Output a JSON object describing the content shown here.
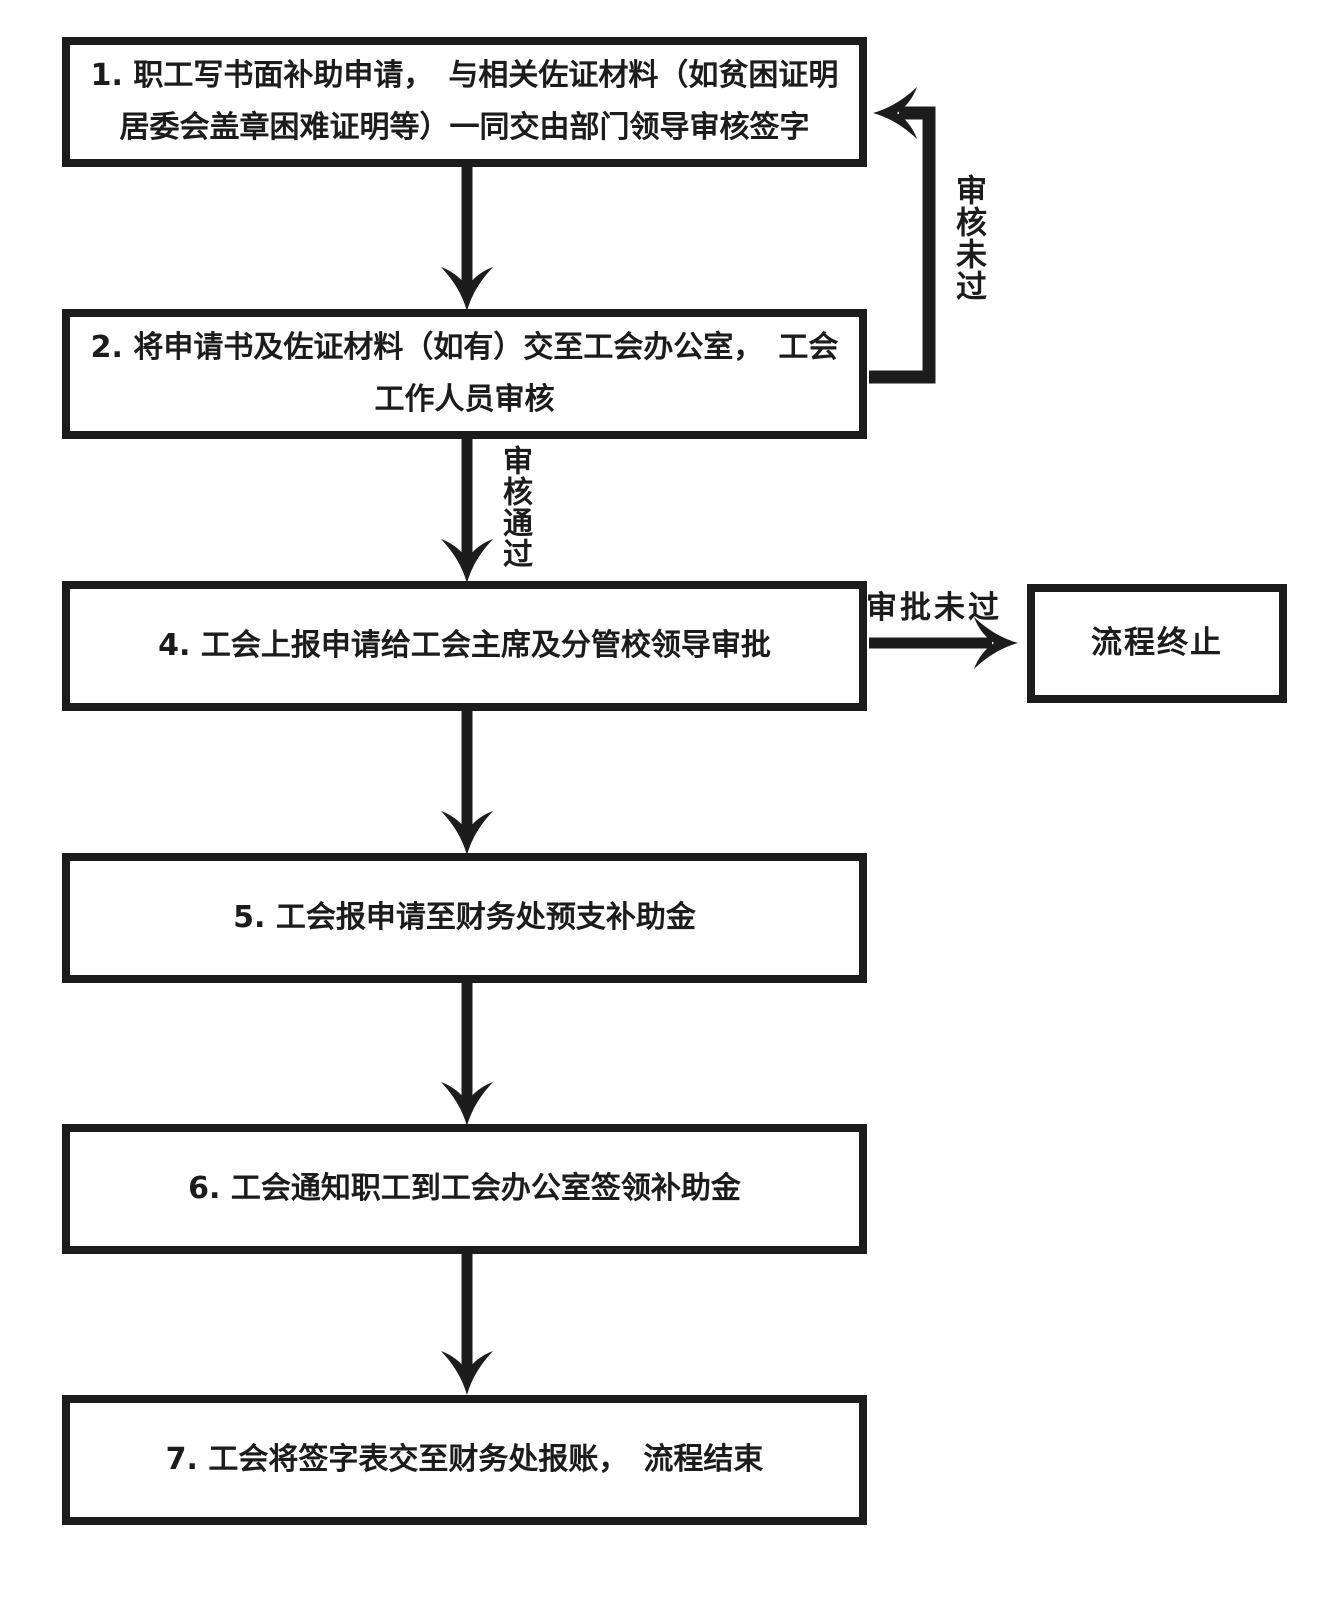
{
  "diagram": {
    "type": "flowchart",
    "colors": {
      "line": "#1c1c1c",
      "text": "#1c1c1c",
      "background": "#ffffff"
    },
    "nodes": [
      {
        "id": "step1",
        "shape": "rect",
        "label": "1. 职工写书面补助申请，　与相关佐证材料（如贫困证明居委会盖章困难证明等）一同交由部门领导审核签字"
      },
      {
        "id": "step2",
        "shape": "rect",
        "label": "2. 将申请书及佐证材料（如有）交至工会办公室，　工会工作人员审核"
      },
      {
        "id": "step4",
        "shape": "rect",
        "label": "4. 工会上报申请给工会主席及分管校领导审批"
      },
      {
        "id": "step5",
        "shape": "rect",
        "label": "5. 工会报申请至财务处预支补助金"
      },
      {
        "id": "step6",
        "shape": "rect",
        "label": "6. 工会通知职工到工会办公室签领补助金"
      },
      {
        "id": "step7",
        "shape": "rect",
        "label": "7. 工会将签字表交至财务处报账，　流程结束"
      },
      {
        "id": "terminate",
        "shape": "rect",
        "label": "流程终止"
      }
    ],
    "edges": [
      {
        "from": "step1",
        "to": "step2",
        "label": ""
      },
      {
        "from": "step2",
        "to": "step1",
        "label": "审核未过"
      },
      {
        "from": "step2",
        "to": "step4",
        "label": "审核通过"
      },
      {
        "from": "step4",
        "to": "terminate",
        "label": "审批未过"
      },
      {
        "from": "step4",
        "to": "step5",
        "label": ""
      },
      {
        "from": "step5",
        "to": "step6",
        "label": ""
      },
      {
        "from": "step6",
        "to": "step7",
        "label": ""
      }
    ]
  }
}
